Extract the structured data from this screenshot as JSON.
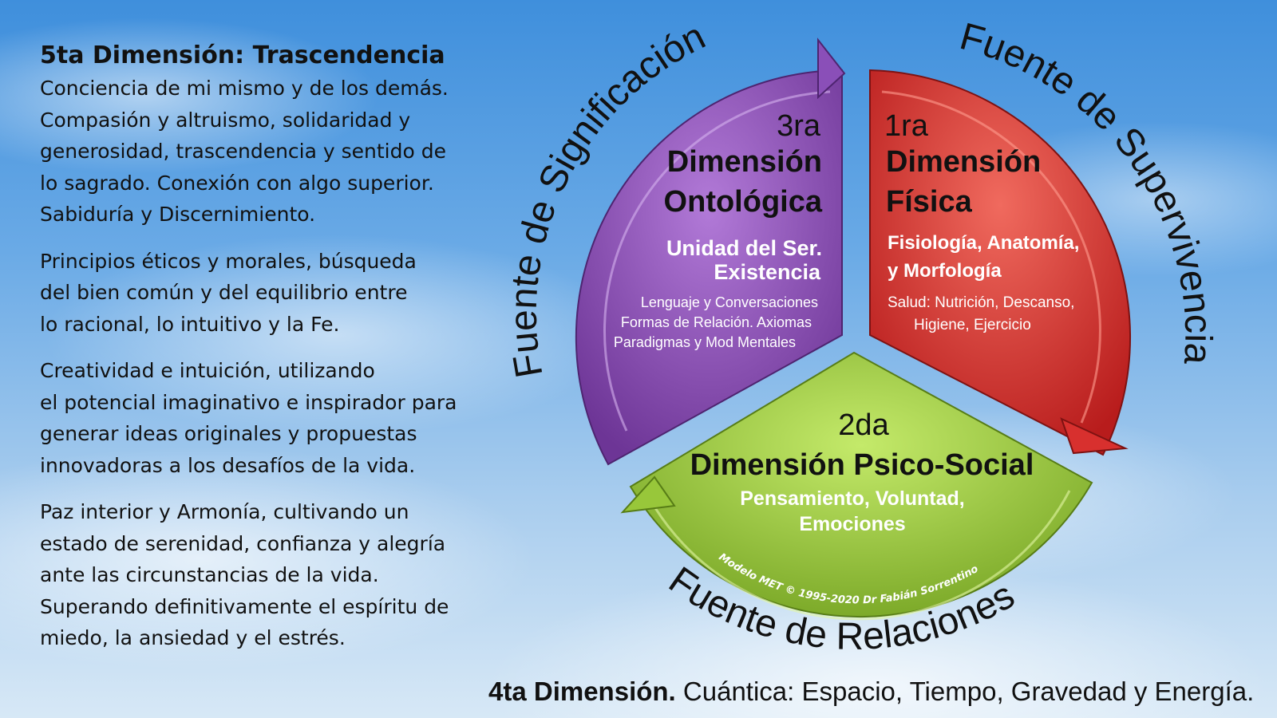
{
  "left": {
    "title": "5ta Dimensión: Trascendencia",
    "paragraphs": [
      "Conciencia de mi mismo y de los demás.\nCompasión y altruismo, solidaridad y\ngenerosidad, trascendencia y sentido de\nlo sagrado. Conexión con algo superior.\nSabiduría y Discernimiento.",
      "Principios éticos y morales, búsqueda\ndel bien común y del equilibrio entre\nlo racional, lo intuitivo y la Fe.",
      "Creatividad e intuición, utilizando\nel potencial imaginativo e inspirador para\ngenerar ideas originales y propuestas\ninnovadoras a los desafíos de la vida.",
      "Paz interior y Armonía, cultivando un\nestado de serenidad, confianza y alegría\nante las circunstancias de la vida.\nSuperando definitivamente el espíritu de\nmiedo, la ansiedad y el estrés."
    ]
  },
  "diagram": {
    "colors": {
      "purple": "#8a4fb8",
      "red": "#d8302e",
      "green": "#98c73a"
    },
    "sources": {
      "signification": "Fuente de Significación",
      "survival": "Fuente de Supervivencia",
      "relations": "Fuente de Relaciones"
    },
    "purple": {
      "ordinal": "3ra",
      "line1": "Dimensión",
      "line2": "Ontológica",
      "sub1": "Unidad del Ser.",
      "sub2": "Existencia",
      "detail": [
        "Lenguaje y Conversaciones",
        "Formas de Relación. Axiomas",
        "Paradigmas y Mod Mentales"
      ]
    },
    "red": {
      "ordinal": "1ra",
      "line1": "Dimensión",
      "line2": "Física",
      "sub1": "Fisiología, Anatomía,",
      "sub2": "y Morfología",
      "detail": [
        "Salud: Nutrición, Descanso,",
        "Higiene, Ejercicio"
      ]
    },
    "green": {
      "ordinal": "2da",
      "title": "Dimensión Psico-Social",
      "sub1": "Pensamiento, Voluntad,",
      "sub2": "Emociones"
    },
    "copyright": "Modelo MET © 1995-2020 Dr Fabián Sorrentino"
  },
  "bottom": {
    "bold": "4ta Dimensión.",
    "rest": " Cuántica: Espacio, Tiempo, Gravedad y Energía."
  }
}
